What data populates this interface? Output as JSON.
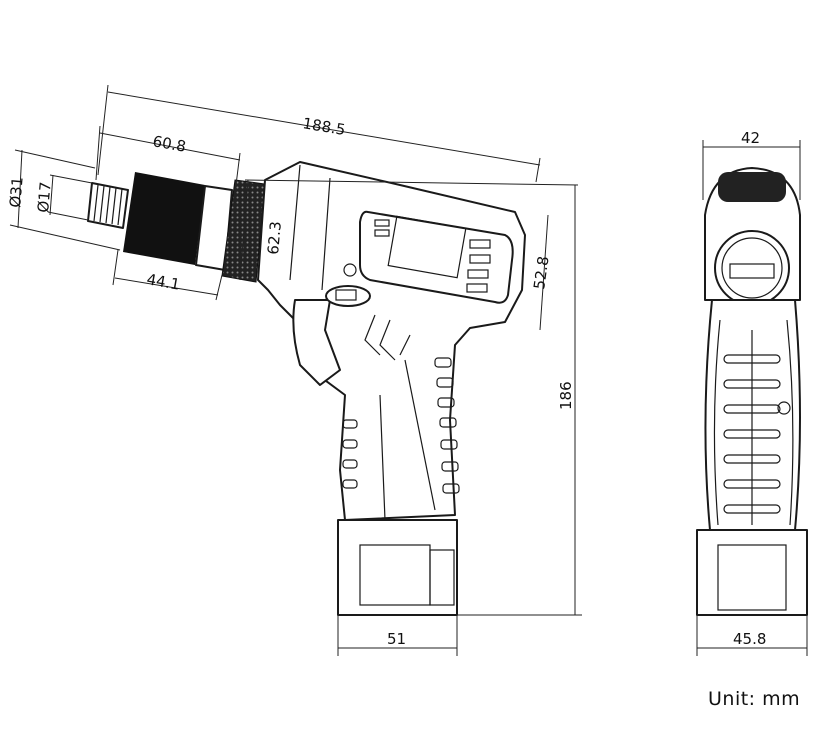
{
  "dimensions": {
    "overall_length": "188.5",
    "chuck_length": "60.8",
    "chuck_outer_diameter": "Ø31",
    "chuck_inner_diameter": "Ø17",
    "chuck_body_length": "44.1",
    "head_height": "62.3",
    "rear_height": "52.8",
    "overall_height": "186",
    "battery_width_side": "51",
    "head_width_front": "42",
    "battery_width_front": "45.8"
  },
  "unit_label": "Unit: mm"
}
